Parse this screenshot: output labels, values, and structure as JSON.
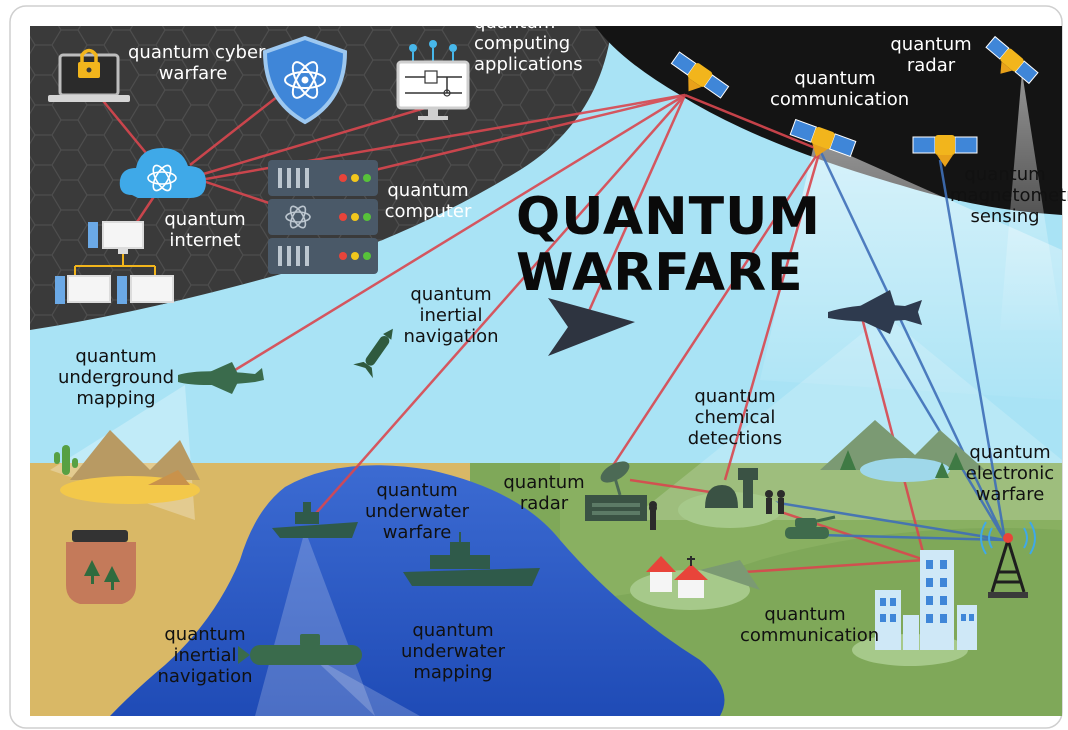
{
  "title": {
    "line1": "QUANTUM",
    "line2": "WARFARE"
  },
  "labels": {
    "cyber_warfare": [
      "quantum cyber",
      "warfare"
    ],
    "computing_applications": [
      "quantum",
      "computing",
      "applications"
    ],
    "space_communication": [
      "quantum",
      "communication"
    ],
    "space_radar": [
      "quantum",
      "radar"
    ],
    "magnetometry": [
      "quantum",
      "magnetometry",
      "sensing"
    ],
    "internet": [
      "quantum",
      "internet"
    ],
    "computer": [
      "quantum",
      "computer"
    ],
    "inertial_navigation_air": [
      "quantum",
      "inertial",
      "navigation"
    ],
    "underground_mapping": [
      "quantum",
      "underground",
      "mapping"
    ],
    "chemical_detections": [
      "quantum",
      "chemical",
      "detections"
    ],
    "ground_radar": [
      "quantum",
      "radar"
    ],
    "electronic_warfare": [
      "quantum",
      "electronic",
      "warfare"
    ],
    "underwater_warfare": [
      "quantum",
      "underwater",
      "warfare"
    ],
    "ground_communication": [
      "quantum",
      "communication"
    ],
    "inertial_navigation_sea": [
      "quantum",
      "inertial",
      "navigation"
    ],
    "underwater_mapping": [
      "quantum",
      "underwater",
      "mapping"
    ]
  },
  "colors": {
    "sky": "#a9e3f5",
    "dark_zone": "#3a3a3a",
    "space": "#141414",
    "desert": "#d9b866",
    "land": "#7fa859",
    "sea": "#2d58c4",
    "red_link": "#d9474f",
    "blue_link": "#3f6fb8",
    "shield": "#3f86d8",
    "cloud": "#3fa9e8"
  }
}
